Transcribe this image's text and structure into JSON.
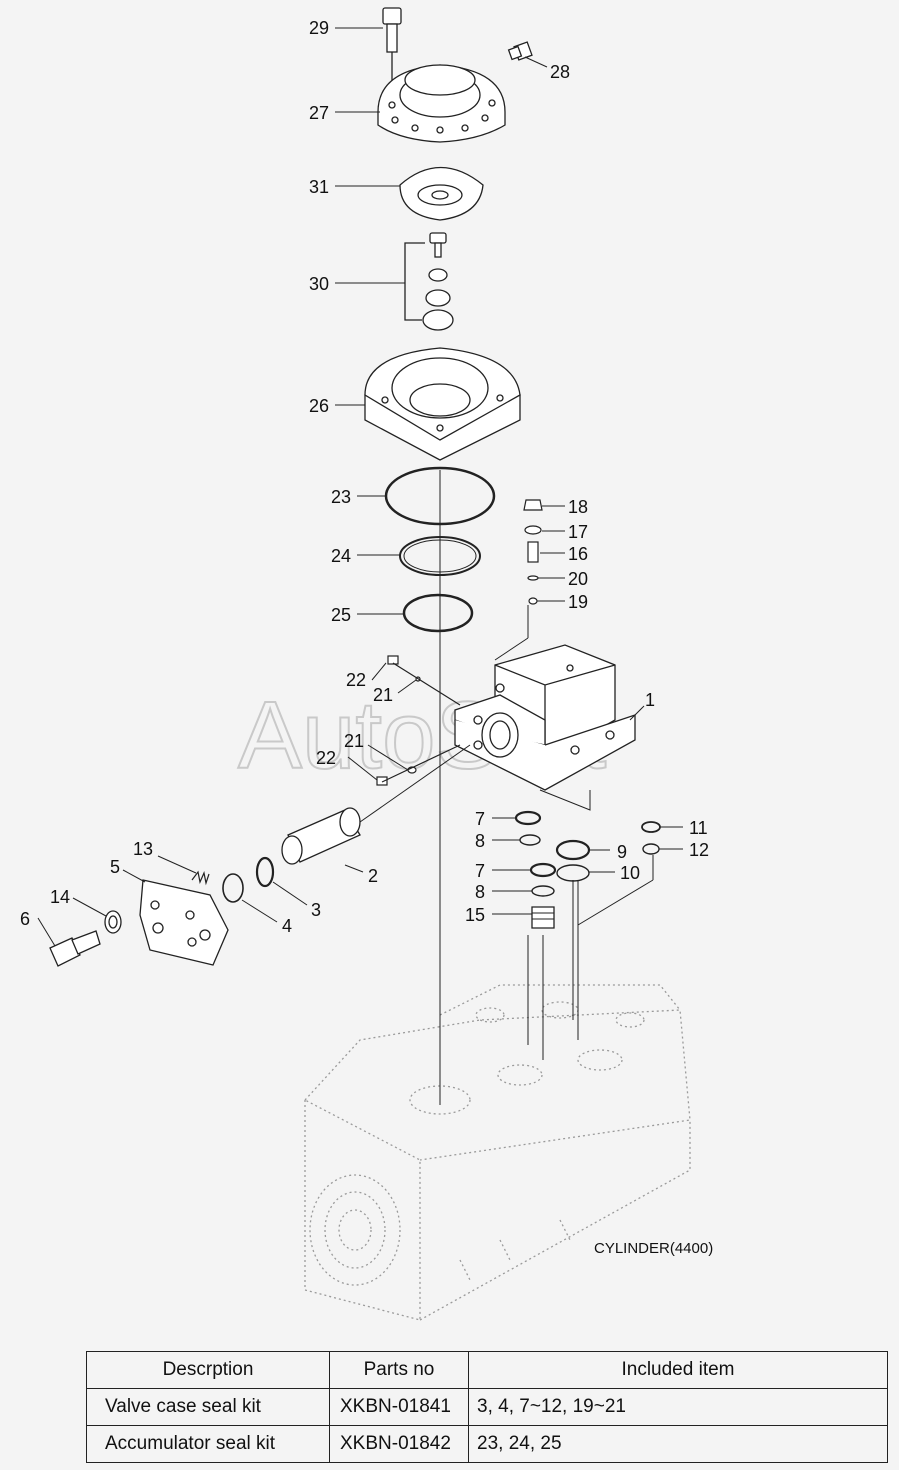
{
  "diagram": {
    "watermark": "AutoSoft",
    "cylinder_label": "CYLINDER(4400)",
    "callouts": [
      "29",
      "28",
      "27",
      "31",
      "30",
      "26",
      "23",
      "24",
      "25",
      "18",
      "17",
      "16",
      "20",
      "19",
      "22",
      "21",
      "1",
      "21",
      "22",
      "7",
      "8",
      "11",
      "12",
      "9",
      "10",
      "7",
      "8",
      "15",
      "2",
      "3",
      "4",
      "13",
      "5",
      "14",
      "6"
    ]
  },
  "kit_table": {
    "headers": [
      "Descrption",
      "Parts no",
      "Included item"
    ],
    "rows": [
      {
        "description": "Valve case seal kit",
        "parts_no": "XKBN-01841",
        "items": "3, 4, 7~12, 19~21"
      },
      {
        "description": "Accumulator seal kit",
        "parts_no": "XKBN-01842",
        "items": "23, 24, 25"
      }
    ]
  }
}
